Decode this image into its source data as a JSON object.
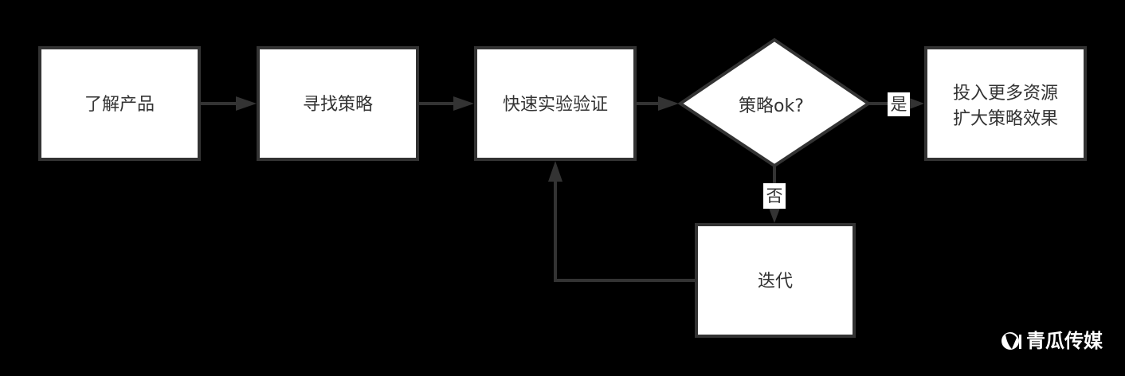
{
  "nodes": {
    "understand": "了解产品",
    "find": "寻找策略",
    "test": "快速实验验证",
    "decision": "策略ok?",
    "invest_line1": "投入更多资源",
    "invest_line2": "扩大策略效果",
    "iterate": "迭代"
  },
  "edges": {
    "yes": "是",
    "no": "否"
  },
  "watermark": "青瓜传媒",
  "colors": {
    "background": "#000000",
    "node_fill": "#ffffff",
    "stroke": "#333333"
  }
}
